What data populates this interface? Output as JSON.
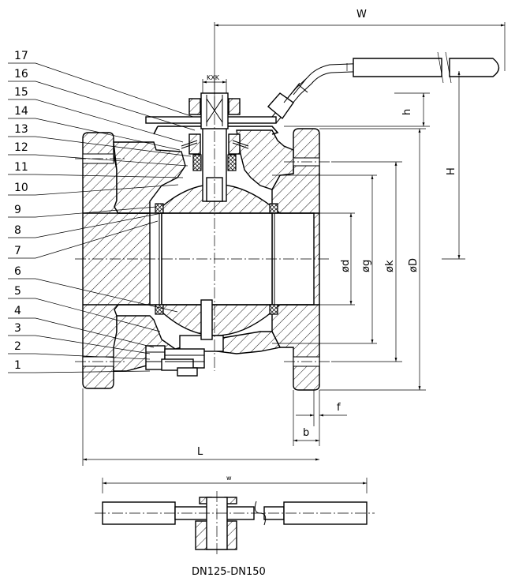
{
  "part_numbers": [
    "17",
    "16",
    "15",
    "14",
    "13",
    "12",
    "11",
    "10",
    "9",
    "8",
    "7",
    "6",
    "5",
    "4",
    "3",
    "2",
    "1"
  ],
  "dimensions": {
    "W": "W",
    "kxk": "KXK",
    "h": "h",
    "H": "H",
    "d": "ød",
    "g": "øg",
    "k": "øk",
    "D": "øD",
    "f": "f",
    "b": "b",
    "L": "L",
    "w": "w"
  },
  "caption": "DN125-DN150"
}
